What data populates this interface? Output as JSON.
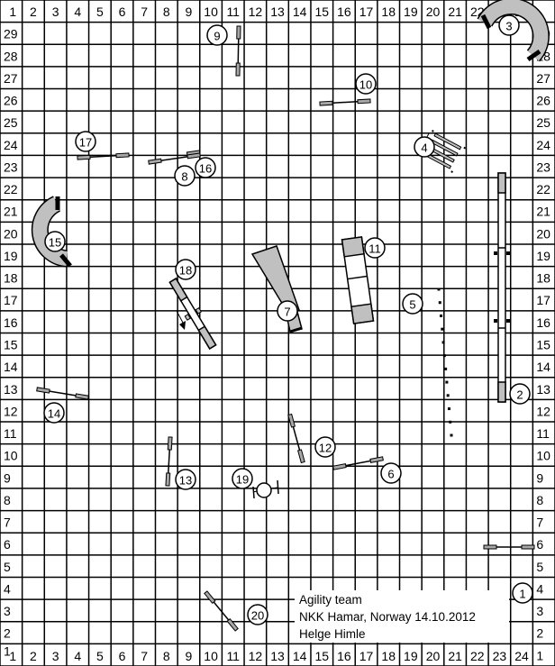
{
  "course": {
    "column_labels": [
      "1",
      "2",
      "3",
      "4",
      "5",
      "6",
      "7",
      "8",
      "9",
      "10",
      "11",
      "12",
      "13",
      "14",
      "15",
      "16",
      "17",
      "18",
      "19",
      "20",
      "21",
      "22",
      "23",
      "24"
    ],
    "row_labels": [
      "29",
      "28",
      "27",
      "26",
      "25",
      "24",
      "23",
      "22",
      "21",
      "20",
      "19",
      "18",
      "17",
      "16",
      "15",
      "14",
      "13",
      "12",
      "11",
      "10",
      "9",
      "8",
      "7",
      "6",
      "5",
      "4",
      "3",
      "2",
      "1"
    ],
    "obstacle_numbers": [
      "1",
      "2",
      "3",
      "4",
      "5",
      "6",
      "7",
      "8",
      "9",
      "10",
      "11",
      "12",
      "13",
      "14",
      "15",
      "16",
      "17",
      "18",
      "19",
      "20"
    ]
  },
  "info": {
    "title": "Agility team",
    "event": "NKK Hamar, Norway 14.10.2012",
    "judge": "Helge Himle"
  },
  "colors": {
    "obstacle_fill": "#c0c0c0",
    "line": "#000000",
    "background": "#ffffff"
  }
}
